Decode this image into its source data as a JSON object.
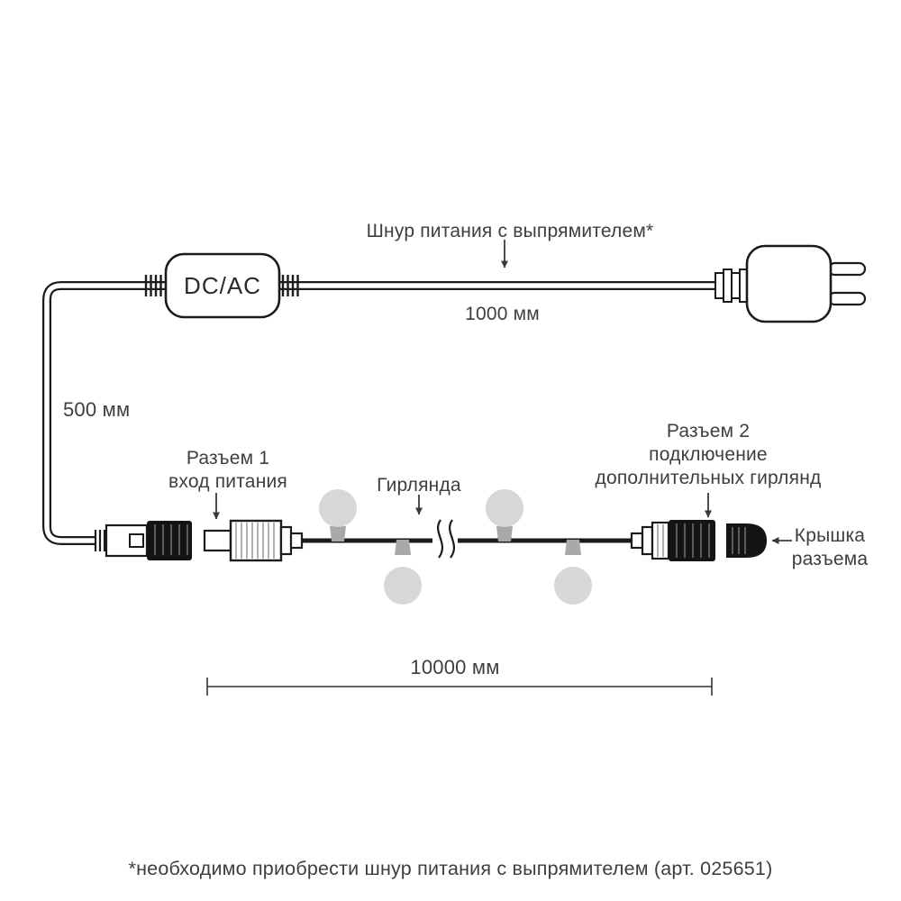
{
  "diagram": {
    "adapter_label": "DC/AC",
    "power_cord_label": "Шнур питания с выпрямителем*",
    "power_cord_length": "1000 мм",
    "drop_length": "500 мм",
    "connector1": {
      "lines": [
        "Разъем 1",
        "вход питания"
      ]
    },
    "garland_label": "Гирлянда",
    "connector2": {
      "lines": [
        "Разъем 2",
        "подключение",
        "дополнительных гирлянд"
      ]
    },
    "cap": {
      "lines": [
        "Крышка",
        "разъема"
      ]
    },
    "garland_length": "10000 мм",
    "footnote": "*необходимо приобрести шнур питания с выпрямителем (арт. 025651)"
  },
  "colors": {
    "line": "#1b1b1b",
    "text": "#3e3e3e",
    "bulb": "#d7d7d7",
    "bulb_base": "#a9a9a9",
    "connector_black": "#141414"
  }
}
